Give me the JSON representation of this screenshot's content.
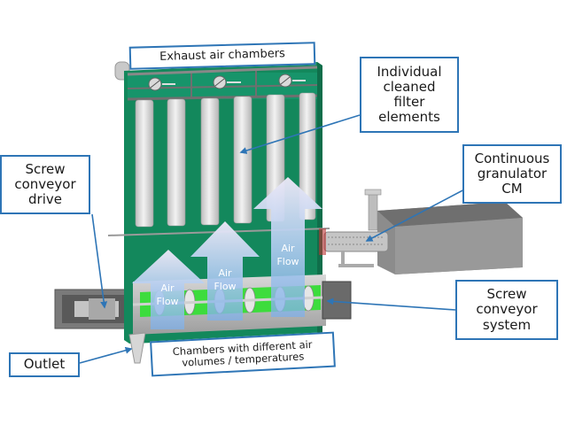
{
  "title": "Fluid bed dryer with continuous granulator",
  "callouts": {
    "exhaust": "Exhaust air chambers",
    "filters": "Individual\ncleaned\nfilter\nelements",
    "drive": "Screw\nconveyor\ndrive",
    "granulator": "Continuous\ngranulator\nCM",
    "conveyor_system": "Screw\nconveyor\nsystem",
    "outlet": "Outlet",
    "chambers": "Chambers with different air\nvolumes / temperatures"
  },
  "airflow": [
    {
      "label_line1": "Air",
      "label_line2": "Flow",
      "relative_volume": "low"
    },
    {
      "label_line1": "Air",
      "label_line2": "Flow",
      "relative_volume": "medium"
    },
    {
      "label_line1": "Air",
      "label_line2": "Flow",
      "relative_volume": "high"
    }
  ],
  "colors": {
    "housing_green": "#138a5e",
    "screw_green": "#3ddc3d",
    "callout_border": "#2e75b6",
    "leader_line": "#2e75b6",
    "granulator_gray": "#8a8a8a",
    "filter_gray": "#e2e2e2"
  }
}
